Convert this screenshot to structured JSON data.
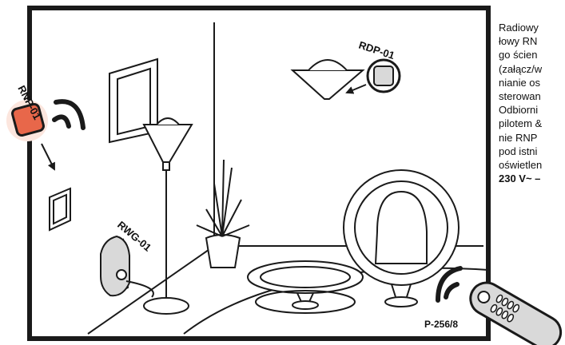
{
  "labels": {
    "rnp": "RNP-01",
    "rdp": "RDP-01",
    "rwg": "RWG-01",
    "figure_code": "P-256/8"
  },
  "description_lines": [
    "Radiowy",
    "łowy RN",
    "go ścien",
    "(załącz/w",
    "nianie os",
    "sterowan",
    "Odbiorni",
    "pilotem &",
    "nie RNP",
    "pod istni",
    "oświetlen"
  ],
  "description_bold": "230 V~ –",
  "colors": {
    "accent": "#e8674a",
    "line": "#1a1a1a",
    "device_fill": "#d9d9d9"
  },
  "icons": [
    "radio-waves-icon",
    "arrow-icon",
    "remote-control-icon"
  ]
}
